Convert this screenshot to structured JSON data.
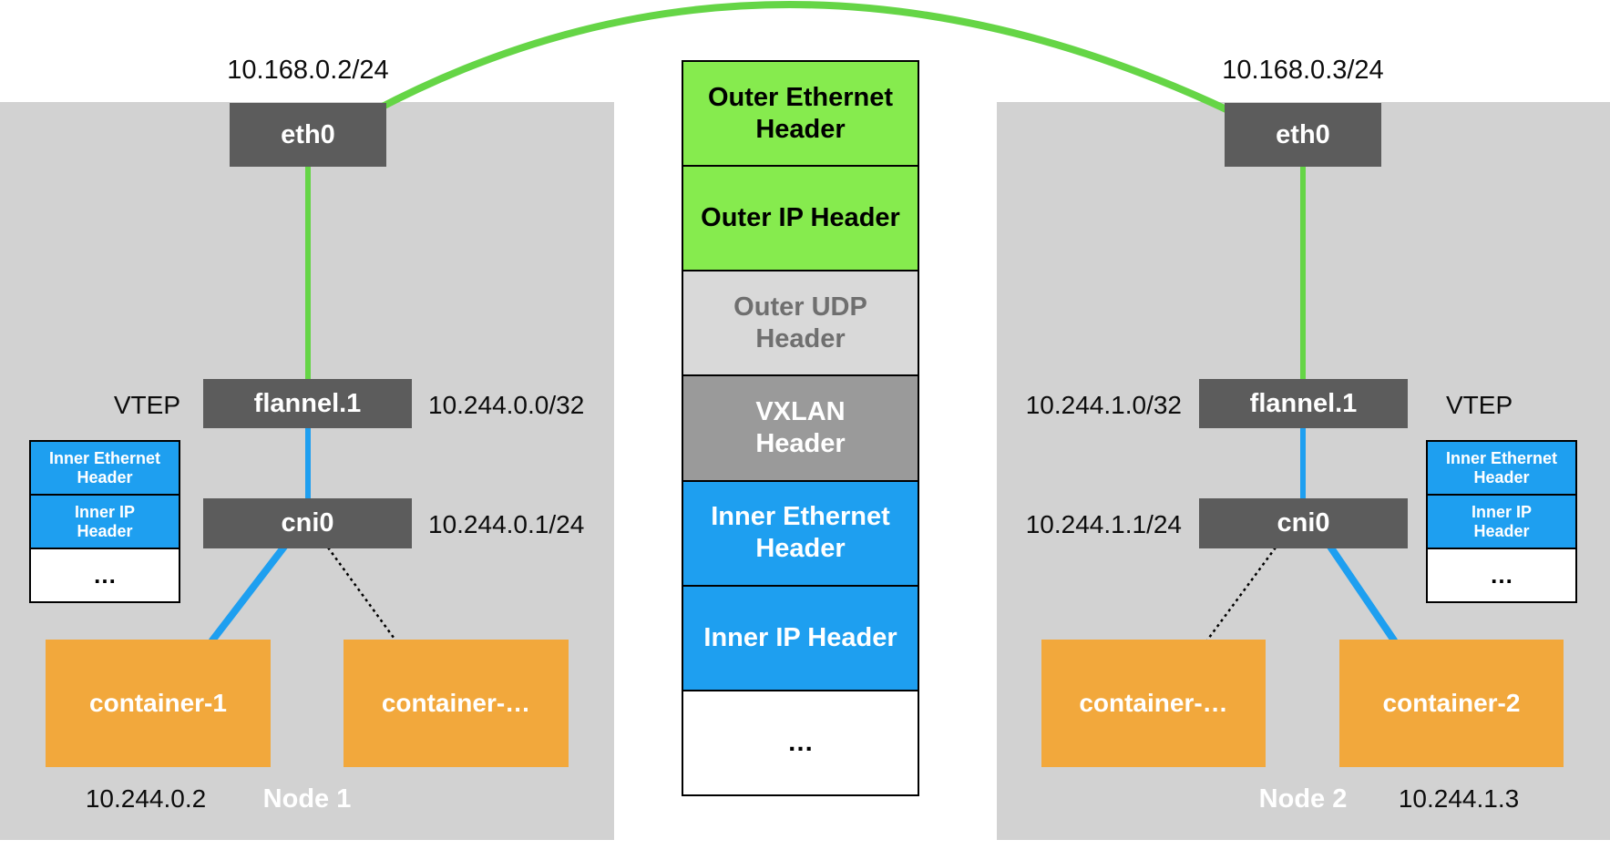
{
  "colors": {
    "node_background": "#D2D2D2",
    "interface_box_gray": "#5C5C5C",
    "outer_header_green": "#86EB4E",
    "inner_header_blue": "#1E9FF0",
    "vxlan_header_gray": "#9A9A9A",
    "udp_header_background": "#D9D9D9",
    "udp_header_text": "#6F6F6F",
    "container_orange": "#F2A83C",
    "link_green": "#65D546",
    "link_blue": "#1E9FF0"
  },
  "packet_stack": {
    "layers": [
      {
        "name": "outer-ethernet",
        "label": "Outer Ethernet\nHeader"
      },
      {
        "name": "outer-ip",
        "label": "Outer IP Header"
      },
      {
        "name": "outer-udp",
        "label": "Outer UDP\nHeader"
      },
      {
        "name": "vxlan",
        "label": "VXLAN\nHeader"
      },
      {
        "name": "inner-ethernet",
        "label": "Inner Ethernet\nHeader"
      },
      {
        "name": "inner-ip",
        "label": "Inner IP Header"
      },
      {
        "name": "payload",
        "label": "…"
      }
    ]
  },
  "node1": {
    "title": "Node 1",
    "eth0_ip": "10.168.0.2/24",
    "eth0_label": "eth0",
    "vtep_label": "VTEP",
    "flannel_label": "flannel.1",
    "flannel_ip": "10.244.0.0/32",
    "cni_label": "cni0",
    "cni_ip": "10.244.0.1/24",
    "inner_stack": [
      {
        "label": "Inner Ethernet\nHeader"
      },
      {
        "label": "Inner IP\nHeader"
      },
      {
        "label": "…"
      }
    ],
    "containers": [
      {
        "label": "container-1",
        "ip": "10.244.0.2"
      },
      {
        "label": "container-…"
      }
    ]
  },
  "node2": {
    "title": "Node 2",
    "eth0_ip": "10.168.0.3/24",
    "eth0_label": "eth0",
    "vtep_label": "VTEP",
    "flannel_label": "flannel.1",
    "flannel_ip": "10.244.1.0/32",
    "cni_label": "cni0",
    "cni_ip": "10.244.1.1/24",
    "inner_stack": [
      {
        "label": "Inner Ethernet\nHeader"
      },
      {
        "label": "Inner IP\nHeader"
      },
      {
        "label": "…"
      }
    ],
    "containers": [
      {
        "label": "container-…"
      },
      {
        "label": "container-2",
        "ip": "10.244.1.3"
      }
    ]
  }
}
